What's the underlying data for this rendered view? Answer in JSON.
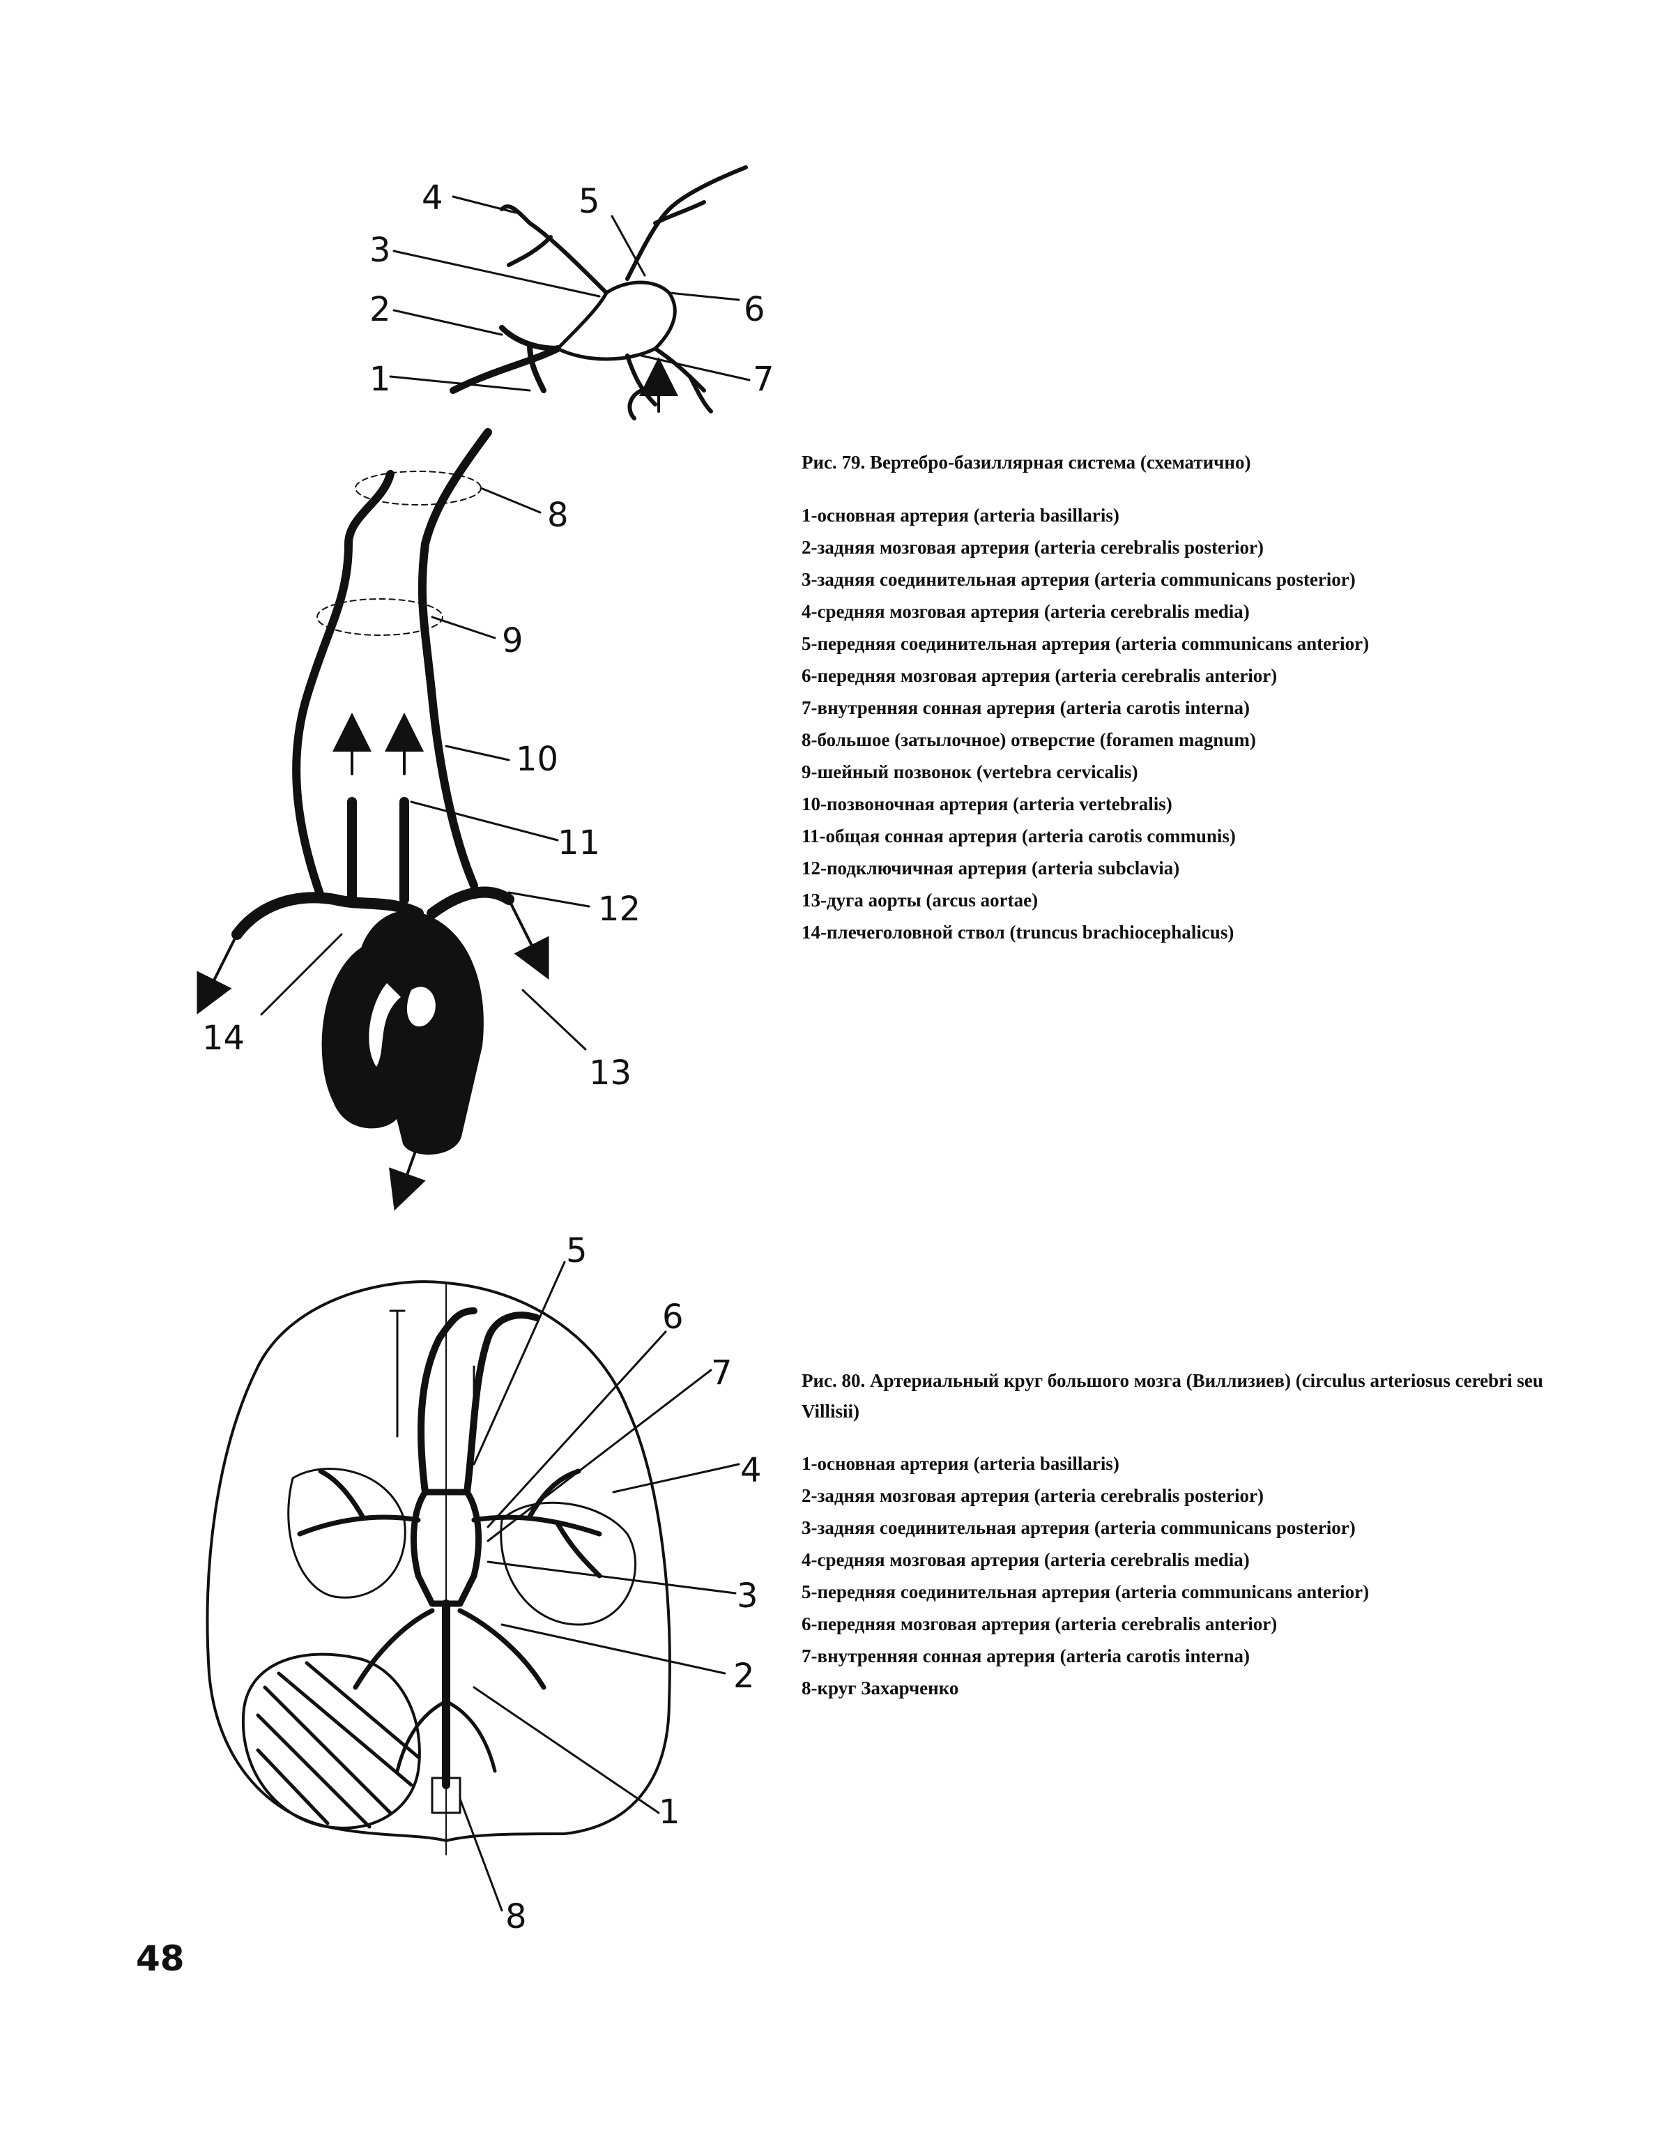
{
  "figure79": {
    "caption": "Рис. 79. Вертебро-базиллярная система (схематично)",
    "labels": [
      "1",
      "2",
      "3",
      "4",
      "5",
      "6",
      "7",
      "8",
      "9",
      "10",
      "11",
      "12",
      "13",
      "14"
    ],
    "legend": [
      "1-основная артерия (arteria basillaris)",
      "2-задняя мозговая артерия (arteria cerebralis posterior)",
      "3-задняя соединительная артерия (arteria communicans posterior)",
      "4-средняя мозговая артерия (arteria cerebralis media)",
      "5-передняя соединительная артерия (arteria communicans anterior)",
      "6-передняя мозговая артерия (arteria cerebralis anterior)",
      "7-внутренняя сонная артерия (arteria carotis interna)",
      "8-большое (затылочное) отверстие (foramen magnum)",
      "9-шейный позвонок (vertebra cervicalis)",
      "10-позвоночная артерия (arteria vertebralis)",
      "11-общая сонная артерия (arteria carotis communis)",
      "12-подключичная артерия (arteria subclavia)",
      "13-дуга аорты (arcus aortae)",
      "14-плечеголовной ствол (truncus brachiocephalicus)"
    ]
  },
  "figure80": {
    "caption": "Рис. 80. Артериальный круг большого мозга (Виллизиев) (circulus arteriosus cerebri seu Villisii)",
    "labels": [
      "1",
      "2",
      "3",
      "4",
      "5",
      "6",
      "7",
      "8"
    ],
    "legend": [
      "1-основная артерия (arteria basillaris)",
      "2-задняя мозговая артерия (arteria cerebralis posterior)",
      "3-задняя соединительная артерия (arteria communicans posterior)",
      "4-средняя мозговая артерия (arteria cerebralis media)",
      "5-передняя соединительная артерия (arteria communicans anterior)",
      "6-передняя мозговая артерия (arteria cerebralis anterior)",
      "7-внутренняя сонная артерия (arteria carotis interna)",
      "8-круг Захарченко"
    ]
  },
  "page_number": "48"
}
